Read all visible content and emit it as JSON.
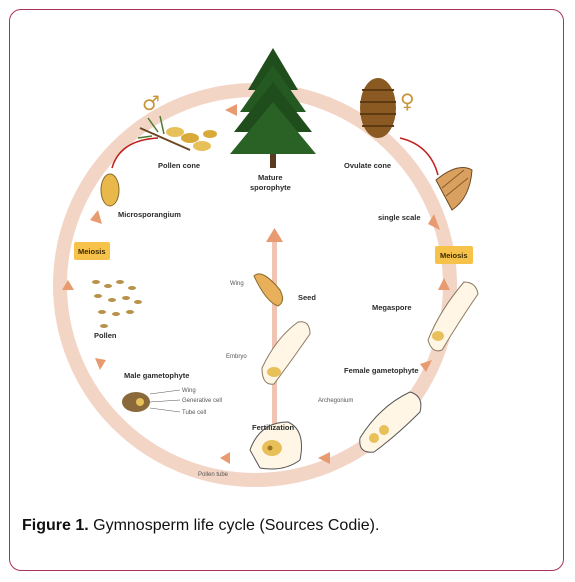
{
  "labels": {
    "pollen_cone": "Pollen cone",
    "mature_sporophyte_1": "Mature",
    "mature_sporophyte_2": "sporophyte",
    "ovulate_cone": "Ovulate cone",
    "microsporangium": "Microsporangium",
    "single_scale": "single scale",
    "meiosis_left": "Meiosis",
    "meiosis_right": "Meiosis",
    "wing_seed": "Wing",
    "seed": "Seed",
    "megaspore": "Megaspore",
    "pollen": "Pollen",
    "embryo": "Embryo",
    "male_gametophyte": "Male gametophyte",
    "female_gametophyte": "Female gametophyte",
    "wing_male": "Wing",
    "generative_cell": "Generative cell",
    "tube_cell": "Tube cell",
    "archegonium": "Archegonium",
    "fertilization": "Fertilization",
    "pollen_tube": "Pollen tube",
    "male_symbol": "♂",
    "female_symbol": "♀"
  },
  "caption": {
    "label": "Figure 1.",
    "text": " Gymnosperm life cycle (Sources Codie)."
  },
  "colors": {
    "cycle_ring": "#f0c9b8",
    "arrow": "#e89a70",
    "meiosis": "#f7c24a",
    "frame": "#a8325a",
    "sex_symbol": "#c8953a",
    "red_link": "#c0201c"
  }
}
